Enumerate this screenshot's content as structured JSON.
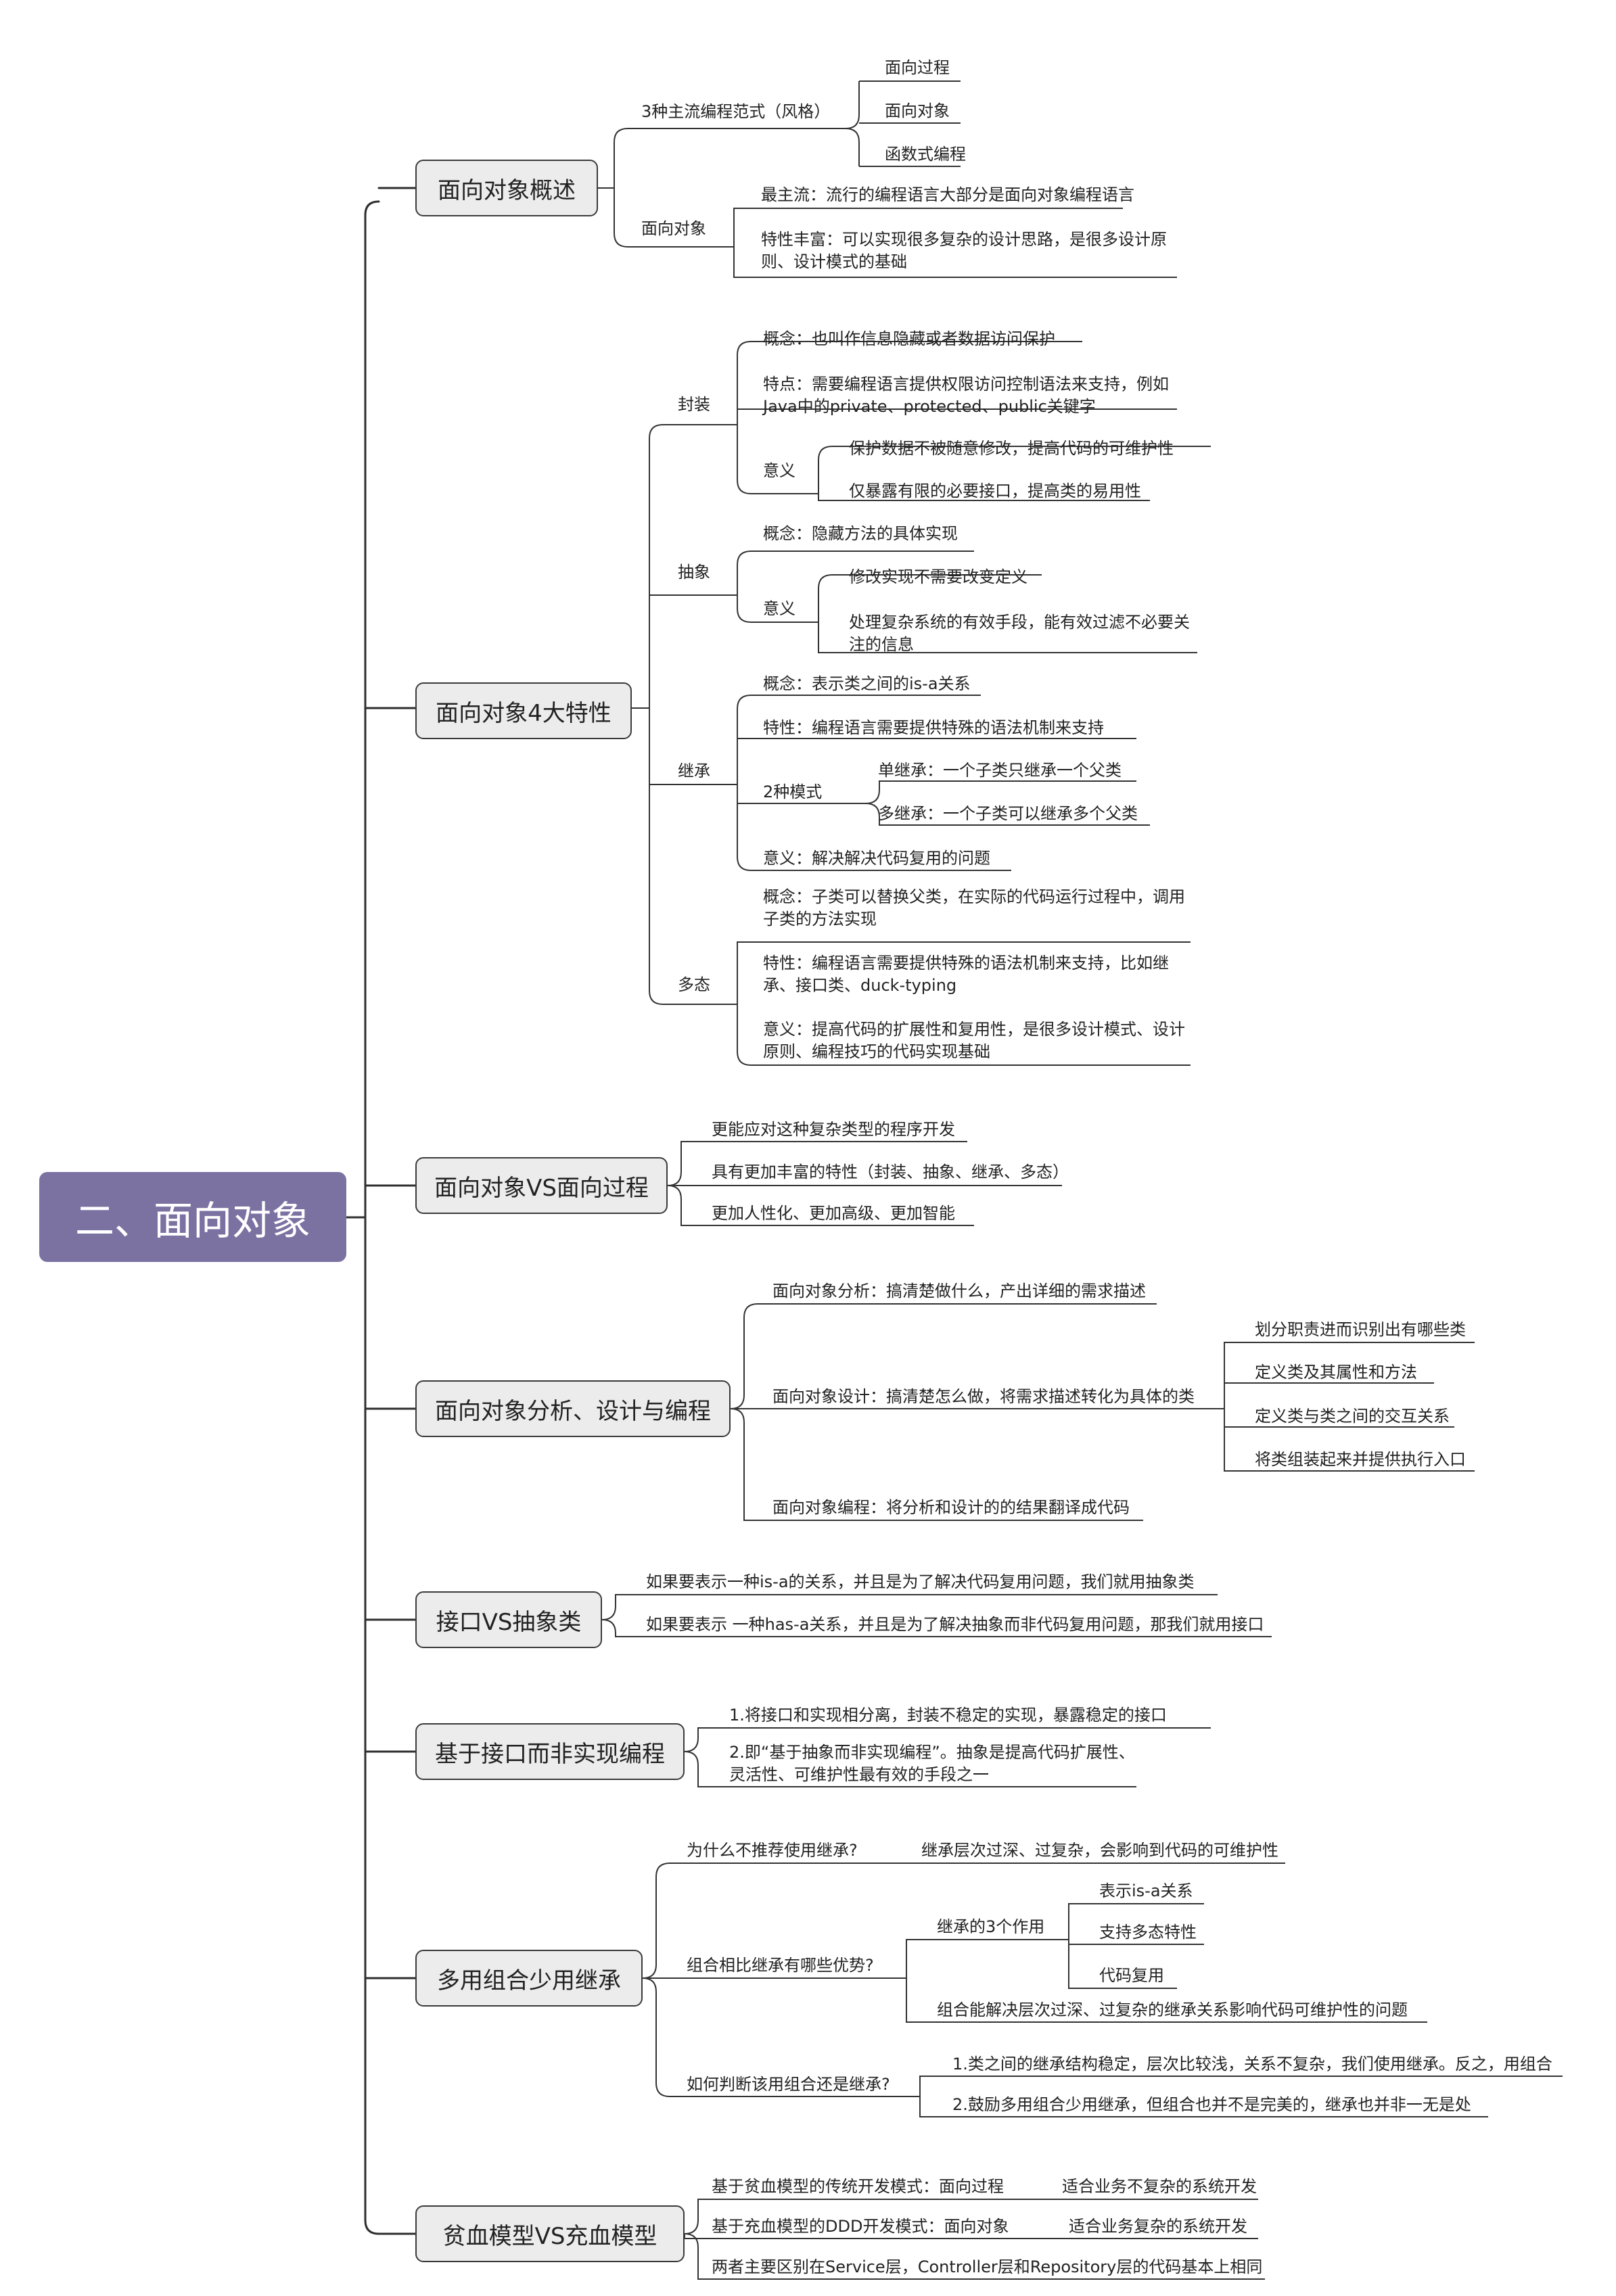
{
  "root": "二、面向对象",
  "s1": {
    "title": "面向对象概述",
    "n1": "3种主流编程范式（风格）",
    "n1_1": "面向过程",
    "n1_2": "面向对象",
    "n1_3": "函数式编程",
    "n2": "面向对象",
    "n2_1": "最主流：流行的编程语言大部分是面向对象编程语言",
    "n2_2": "特性丰富：可以实现很多复杂的设计思路，是很多设计原则、设计模式的基础"
  },
  "s2": {
    "title": "面向对象4大特性",
    "a": "封装",
    "a1": "概念：也叫作信息隐藏或者数据访问保护",
    "a2": "特点：需要编程语言提供权限访问控制语法来支持，例如Java中的private、protected、public关键字",
    "a3": "意义",
    "a3_1": "保护数据不被随意修改，提高代码的可维护性",
    "a3_2": "仅暴露有限的必要接口，提高类的易用性",
    "b": "抽象",
    "b1": "概念：隐藏方法的具体实现",
    "b2": "意义",
    "b2_1": "修改实现不需要改变定义",
    "b2_2": "处理复杂系统的有效手段，能有效过滤不必要关注的信息",
    "c": "继承",
    "c1": "概念：表示类之间的is-a关系",
    "c2": "特性：编程语言需要提供特殊的语法机制来支持",
    "c3": "2种模式",
    "c3_1": "单继承：一个子类只继承一个父类",
    "c3_2": "多继承：一个子类可以继承多个父类",
    "c4": "意义：解决解决代码复用的问题",
    "d": "多态",
    "d1": "概念：子类可以替换父类，在实际的代码运行过程中，调用子类的方法实现",
    "d2": "特性：编程语言需要提供特殊的语法机制来支持，比如继承、接口类、duck-typing",
    "d3": "意义：提高代码的扩展性和复用性，是很多设计模式、设计原则、编程技巧的代码实现基础"
  },
  "s3": {
    "title": "面向对象VS面向过程",
    "n1": "更能应对这种复杂类型的程序开发",
    "n2": "具有更加丰富的特性（封装、抽象、继承、多态）",
    "n3": "更加人性化、更加高级、更加智能"
  },
  "s4": {
    "title": "面向对象分析、设计与编程",
    "n1": "面向对象分析：搞清楚做什么，产出详细的需求描述",
    "n2": "面向对象设计：搞清楚怎么做，将需求描述转化为具体的类",
    "n2_1": "划分职责进而识别出有哪些类",
    "n2_2": "定义类及其属性和方法",
    "n2_3": "定义类与类之间的交互关系",
    "n2_4": "将类组装起来并提供执行入口",
    "n3": "面向对象编程：将分析和设计的的结果翻译成代码"
  },
  "s5": {
    "title": "接口VS抽象类",
    "n1": "如果要表示一种is-a的关系，并且是为了解决代码复用问题，我们就用抽象类",
    "n2": "如果要表示 一种has-a关系，并且是为了解决抽象而非代码复用问题，那我们就用接口"
  },
  "s6": {
    "title": "基于接口而非实现编程",
    "n1": "1.将接口和实现相分离，封装不稳定的实现，暴露稳定的接口",
    "n2": "2.即“基于抽象而非实现编程”。抽象是提高代码扩展性、灵活性、可维护性最有效的手段之一"
  },
  "s7": {
    "title": "多用组合少用继承",
    "q1": "为什么不推荐使用继承?",
    "q1_1": "继承层次过深、过复杂，会影响到代码的可维护性",
    "q2": "组合相比继承有哪些优势?",
    "q2_a": "继承的3个作用",
    "q2_a1": "表示is-a关系",
    "q2_a2": "支持多态特性",
    "q2_a3": "代码复用",
    "q2_b": "组合能解决层次过深、过复杂的继承关系影响代码可维护性的问题",
    "q3": "如何判断该用组合还是继承?",
    "q3_1": "1.类之间的继承结构稳定，层次比较浅，关系不复杂，我们使用继承。反之，用组合",
    "q3_2": "2.鼓励多用组合少用继承，但组合也并不是完美的，继承也并非一无是处"
  },
  "s8": {
    "title": "贫血模型VS充血模型",
    "n1": "基于贫血模型的传统开发模式：面向过程",
    "n1_1": "适合业务不复杂的系统开发",
    "n2": "基于充血模型的DDD开发模式：面向对象",
    "n2_1": "适合业务复杂的系统开发",
    "n3": "两者主要区别在Service层，Controller层和Repository层的代码基本上相同"
  }
}
